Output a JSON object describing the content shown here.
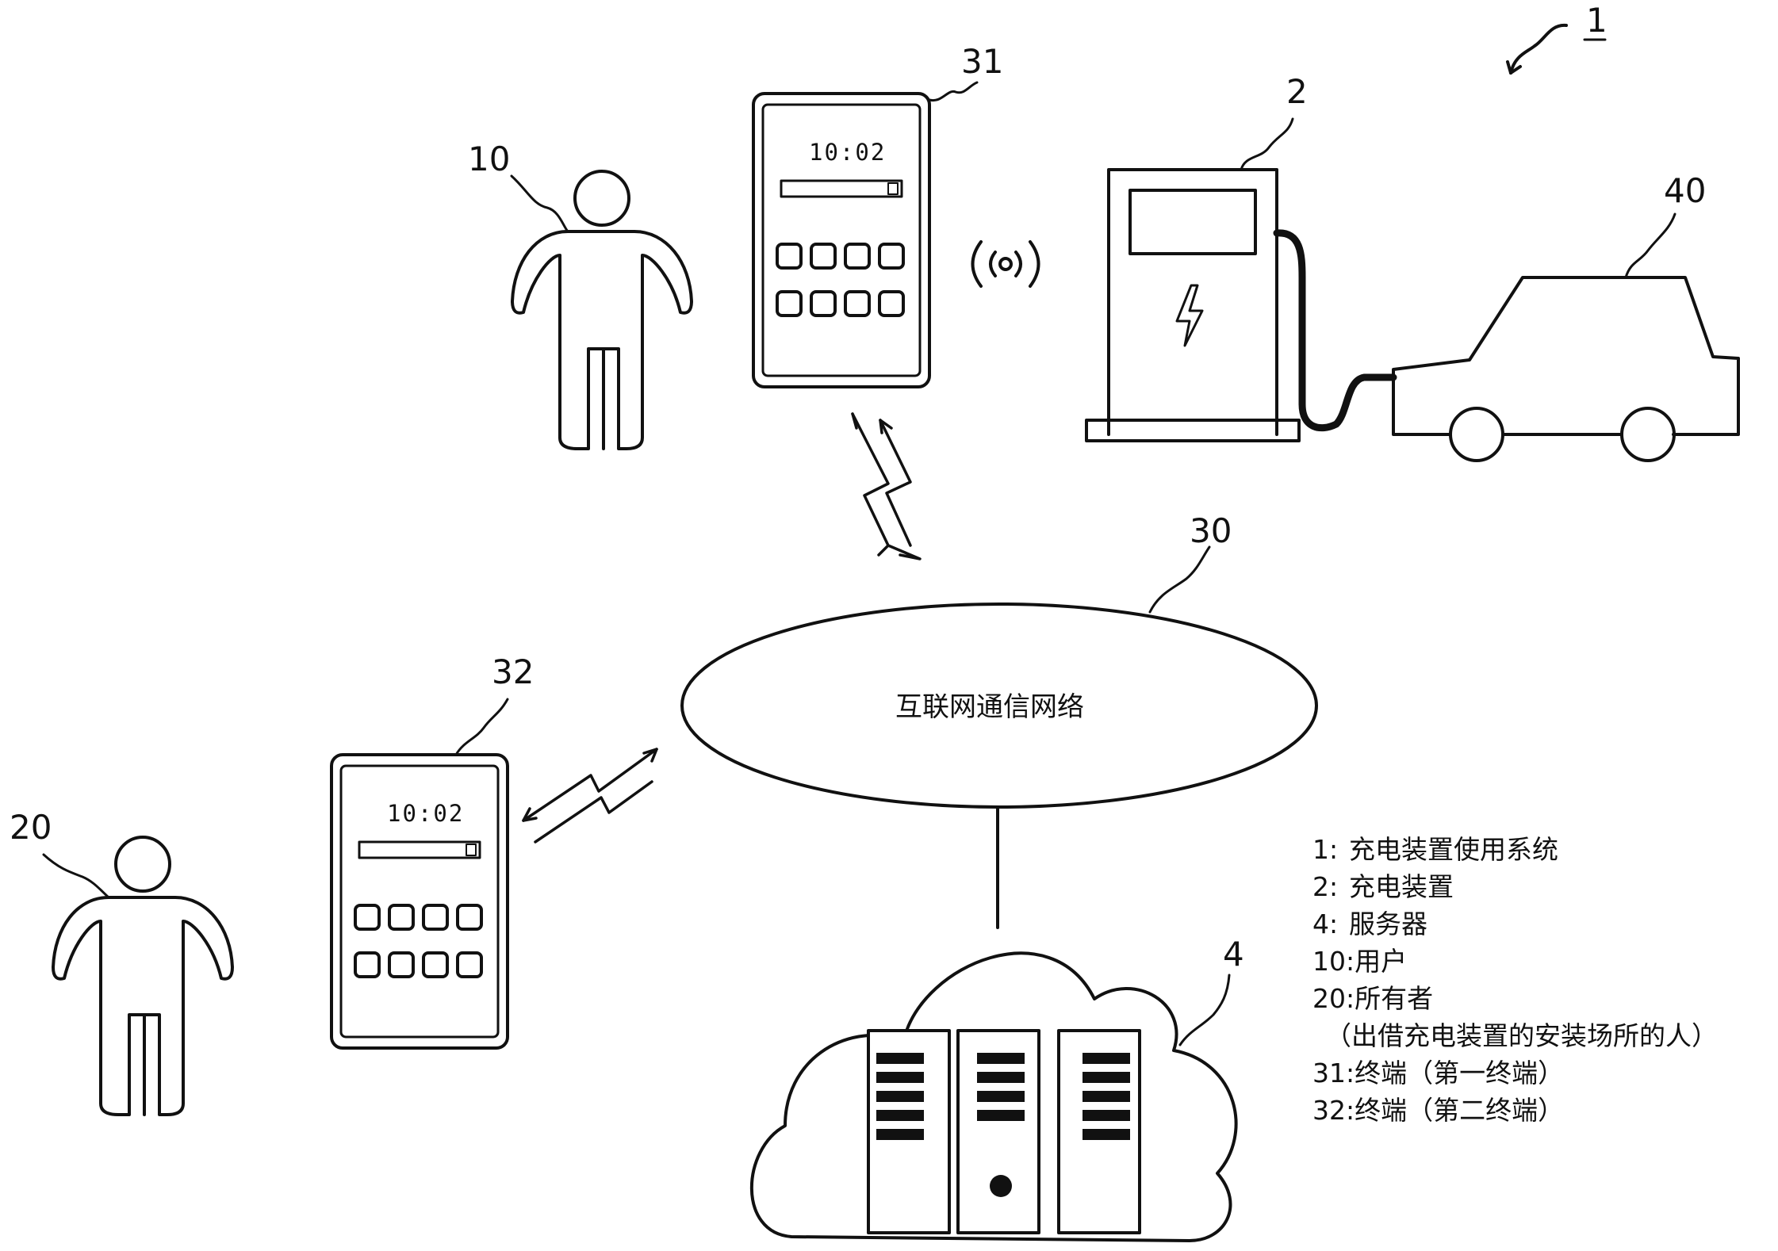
{
  "refs": {
    "system": "1",
    "charger": "2",
    "server": "4",
    "user": "10",
    "owner": "20",
    "network": "30",
    "terminal1": "31",
    "terminal2": "32",
    "vehicle": "40"
  },
  "terminal1_screen": {
    "time": "10:02"
  },
  "terminal2_screen": {
    "time": "10:02"
  },
  "network_label": "互联网通信网络",
  "legend": [
    {
      "num": "1:",
      "text": "充电装置使用系统"
    },
    {
      "num": "2:",
      "text": "充电装置"
    },
    {
      "num": "4:",
      "text": "服务器"
    },
    {
      "num": "10:",
      "text": "用户"
    },
    {
      "num": "20:",
      "text": "所有者"
    },
    {
      "num": "",
      "text": "（出借充电装置的安装场所的人）"
    },
    {
      "num": "31:",
      "text": "终端（第一终端）"
    },
    {
      "num": "32:",
      "text": "终端（第二终端）"
    }
  ],
  "icons": [
    "person-icon",
    "smartphone-icon",
    "wireless-signal-icon",
    "charging-station-icon",
    "lightning-bolt-icon",
    "car-icon",
    "cloud-icon",
    "server-rack-icon",
    "communication-bolt-icon"
  ]
}
